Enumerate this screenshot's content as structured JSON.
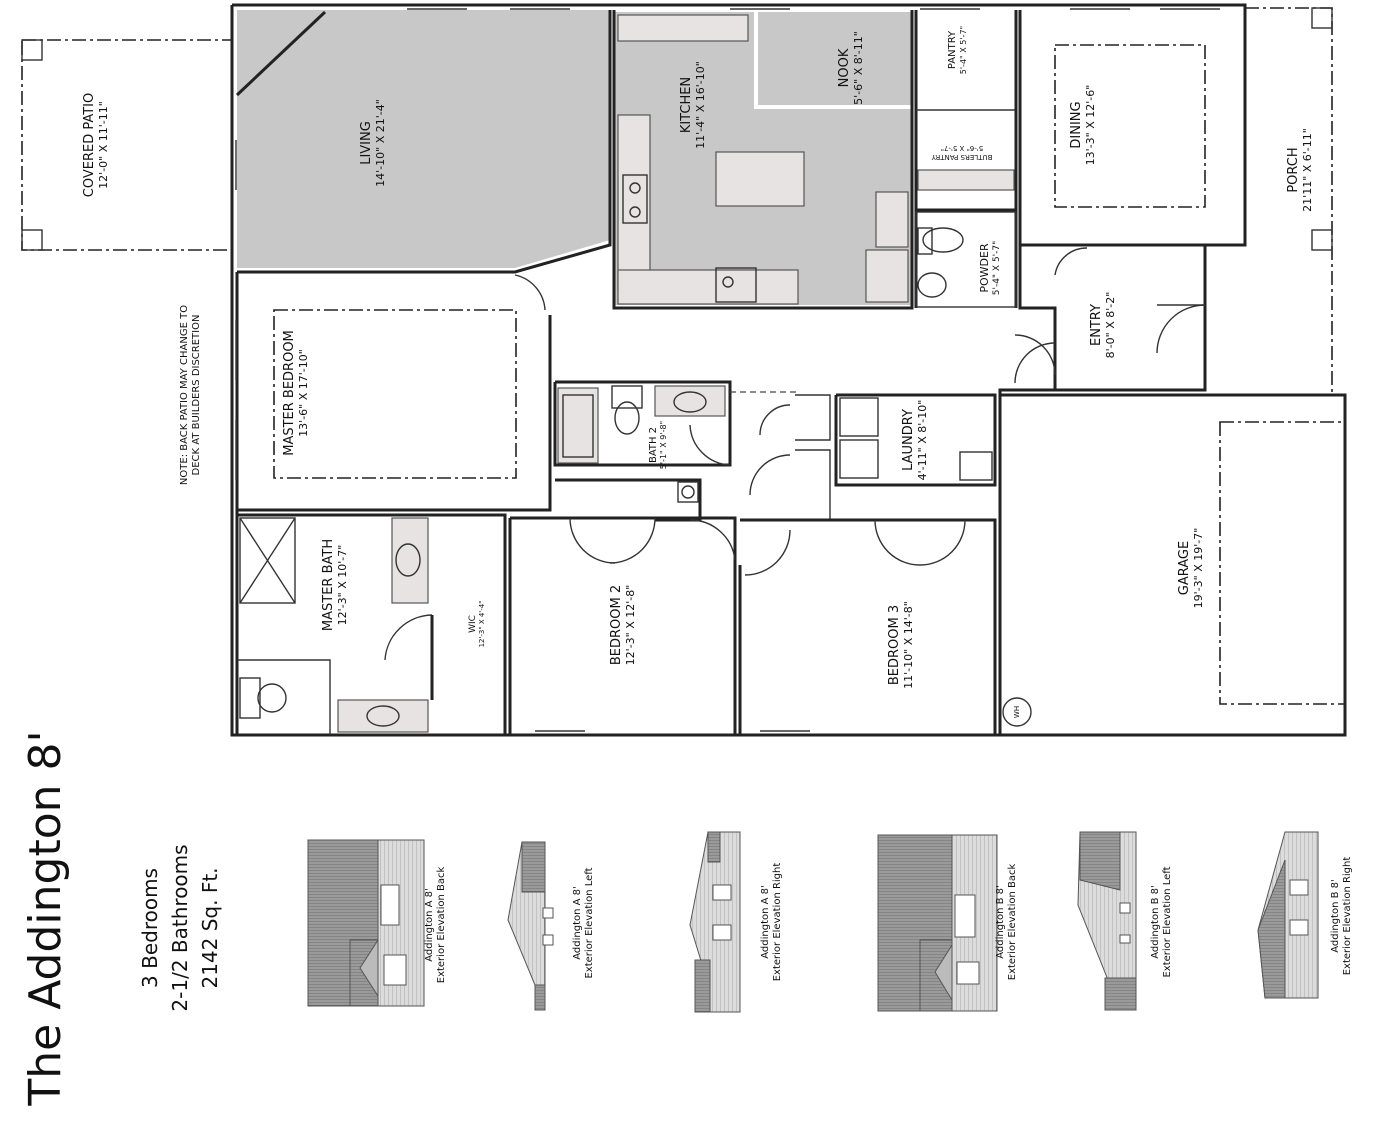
{
  "title": "The Addington 8'",
  "specs": {
    "bedrooms": "3 Bedrooms",
    "bathrooms": "2-1/2 Bathrooms",
    "area": "2142 Sq. Ft."
  },
  "note": {
    "line1": "NOTE: BACK PATIO MAY CHANGE TO",
    "line2": "DECK AT BUILDERS DISCRETION"
  },
  "rooms": {
    "covered_patio": {
      "name": "COVERED PATIO",
      "size": "12'-0\" X 11'-11\""
    },
    "living": {
      "name": "LIVING",
      "size": "14'-10\" X 21'-4\""
    },
    "kitchen": {
      "name": "KITCHEN",
      "size": "11'-4\" X 16'-10\""
    },
    "nook": {
      "name": "NOOK",
      "size": "5'-6\" X 8'-11\""
    },
    "pantry": {
      "name": "PANTRY",
      "size": "5'-4\" X 5'-7\""
    },
    "butlers_pantry": {
      "name": "BUTLERS PANTRY",
      "size": "5'-6\" X 5'-7\""
    },
    "dining": {
      "name": "DINING",
      "size": "13'-3\" X 12'-6\""
    },
    "porch": {
      "name": "PORCH",
      "size": "21'11\" X 6'-11\""
    },
    "powder": {
      "name": "POWDER",
      "size": "5'-4\" X 5'-7\""
    },
    "entry": {
      "name": "ENTRY",
      "size": "8'-0\" X 8'-2\""
    },
    "master_bedroom": {
      "name": "MASTER BEDROOM",
      "size": "13'-6\" X 17'-10\""
    },
    "bath2": {
      "name": "BATH 2",
      "size": "5'-1\" X 9'-8\""
    },
    "laundry": {
      "name": "LAUNDRY",
      "size": "4'-11\" X 8'-10\""
    },
    "garage": {
      "name": "GARAGE",
      "size": "19'-3\" X 19'-7\""
    },
    "master_bath": {
      "name": "MASTER BATH",
      "size": "12'-3\" X 10'-7\""
    },
    "wic": {
      "name": "WIC",
      "size": "12'-3\" X 4'-4\""
    },
    "bedroom2": {
      "name": "BEDROOM 2",
      "size": "12'-3\" X 12'-8\""
    },
    "bedroom3": {
      "name": "BEDROOM 3",
      "size": "11'-10\" X 14'-8\""
    }
  },
  "water_heater": "WH",
  "elevations": [
    {
      "line1": "Addington A 8'",
      "line2": "Exterior Elevation Back"
    },
    {
      "line1": "Addington A 8'",
      "line2": "Exterior Elevation Left"
    },
    {
      "line1": "Addington A 8'",
      "line2": "Exterior Elevation Right"
    },
    {
      "line1": "Addington B 8'",
      "line2": "Exterior Elevation Back"
    },
    {
      "line1": "Addington B 8'",
      "line2": "Exterior Elevation Left"
    },
    {
      "line1": "Addington B 8'",
      "line2": "Exterior Elevation Right"
    }
  ],
  "colors": {
    "shaded_room": "#c8c8c8",
    "wall": "#222222",
    "fixture": "#e8e3e3"
  }
}
